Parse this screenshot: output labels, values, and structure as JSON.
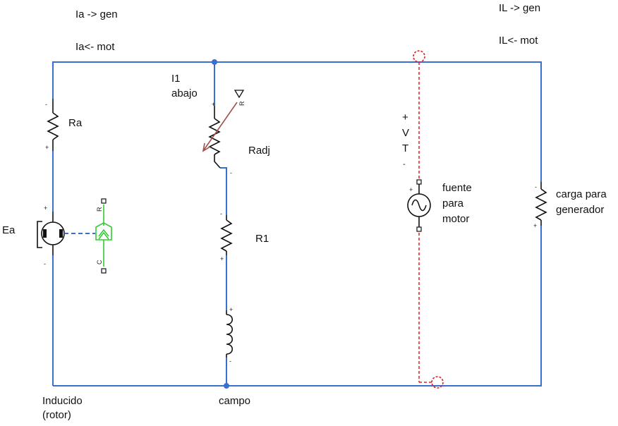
{
  "labels": {
    "ia_gen": "Ia -> gen",
    "ia_mot": "Ia<- mot",
    "il_gen": "IL -> gen",
    "il_mot": "IL<- mot",
    "i1": "I1",
    "abajo": "abajo",
    "ra": "Ra",
    "radj": "Radj",
    "r1": "R1",
    "ea": "Ea",
    "inducido": "Inducido",
    "rotor": "(rotor)",
    "campo": "campo",
    "vt_plus": "+",
    "vt_v": "V",
    "vt_t": "T",
    "vt_minus": "-",
    "fuente_1": "fuente",
    "fuente_2": "para",
    "fuente_3": "motor",
    "carga_1": "carga para",
    "carga_2": "generador"
  },
  "pins": {
    "plus": "+",
    "minus": "-",
    "r": "R",
    "c": "C"
  },
  "colors": {
    "wire": "#3a6fcf",
    "sensor": "#33cc33",
    "radj_arrow": "#a0524d",
    "voltmeter": "#e02020",
    "component": "#111111"
  }
}
